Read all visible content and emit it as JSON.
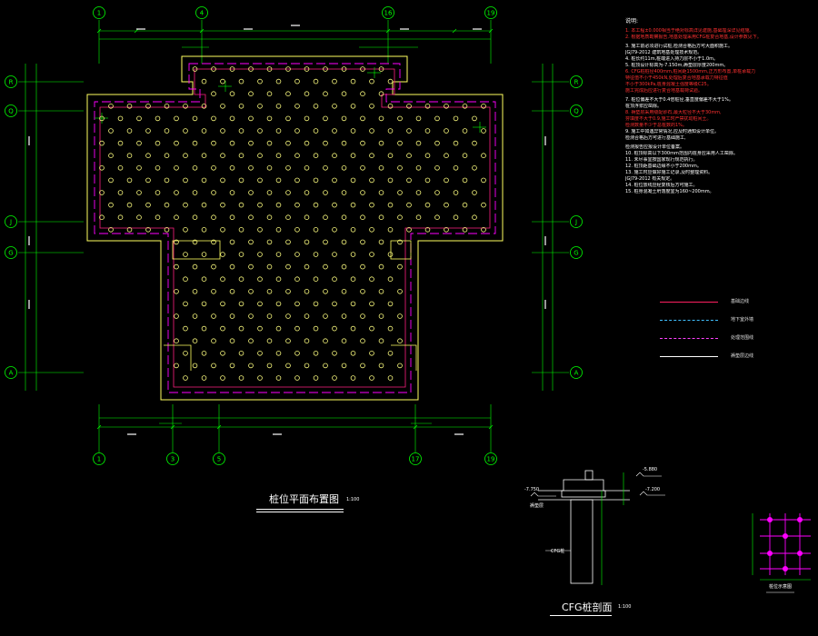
{
  "colors": {
    "background": "#000000",
    "grid": "#00ff00",
    "outline": "#ffff60",
    "bearing_layer": "#ff00ff",
    "cap_line": "#ff2080",
    "pile": "#ffff80",
    "text": "#ffffff",
    "red_note": "#ff3030"
  },
  "plan": {
    "title": "桩位平面布置图",
    "scale": "1:100",
    "axes_top": [
      "1",
      "4",
      "16",
      "19"
    ],
    "axes_bottom": [
      "1",
      "3",
      "5",
      "17",
      "19"
    ],
    "axes_left": [
      "R",
      "Q",
      "J",
      "G",
      "A"
    ],
    "axes_right": [
      "R",
      "Q",
      "J",
      "G",
      "A"
    ]
  },
  "section": {
    "title": "CFG桩剖面",
    "scale": "1:100",
    "labels": {
      "top_elev": "-5.880",
      "left_elev": "-7.750",
      "right_elev": "-7.200",
      "pile_label": "CFG桩",
      "layer_label": "褥垫层"
    }
  },
  "detail": {
    "title": "桩位示意图"
  },
  "notes": {
    "heading": "说明:",
    "items": [
      "1. 本工程±0.000相当于绝对标高详见建施,基础埋深详见结施。",
      "2. 根据地质勘察报告,地基处理采用CFG桩复合地基,设计参数见下。",
      "3. 施工前必须进行试桩,检测合格后方可大面积施工。",
      "   JGJ79-2012 建筑地基处理技术规范。",
      "4. 桩长约11m,桩端进入持力层不小于1.0m。",
      "5. 桩顶设计标高为-7.150m,褥垫层厚度200mm。",
      "6. CFG桩桩径400mm,桩间距1500mm,正方形布置,单桩承载力",
      "   特征值不小于450kN,处理后复合地基承载力特征值",
      "   不小于300kPa,桩身混凝土强度等级C25。",
      "   施工完成后应进行复合地基载荷试验。",
      "7. 桩位偏差不大于0.4倍桩径,垂直度偏差不大于1%。",
      "   桩顶浮浆应凿除。",
      "8. 褥垫层采用级配砂石,最大粒径不大于30mm,",
      "   夯填度不大于0.9,施工时严禁扰动桩间土。",
      "   检测数量不少于总桩数的1%。",
      "9. 施工中如遇异常情况,应及时通知设计单位。",
      "   检测合格后方可进行基础施工,",
      "   检测报告应报设计单位备案。",
      "10. 桩顶标高以下300mm范围内桩身应采用人工凿除。",
      "11. 未尽事宜按国家现行规范执行。",
      "12. 桩顶距基础边缘不小于200mm。",
      "13. 施工时应做好施工记录,及时整理资料。",
      "   JGJ79-2012 有关规定。",
      "14. 桩位放线应经复核后方可施工。",
      "15. 桩身混凝土坍落度宜为160~200mm。"
    ],
    "red_indices": [
      0,
      1,
      6,
      7,
      8,
      9,
      12,
      13,
      14
    ]
  },
  "legend": [
    {
      "label": "基础边线",
      "color": "#ff2060",
      "style": "solid"
    },
    {
      "label": "地下室外墙",
      "color": "#40c0ff",
      "style": "dash"
    },
    {
      "label": "处理范围线",
      "color": "#ff40ff",
      "style": "longdash"
    },
    {
      "label": "褥垫层边线",
      "color": "#ffffff",
      "style": "solid"
    }
  ]
}
